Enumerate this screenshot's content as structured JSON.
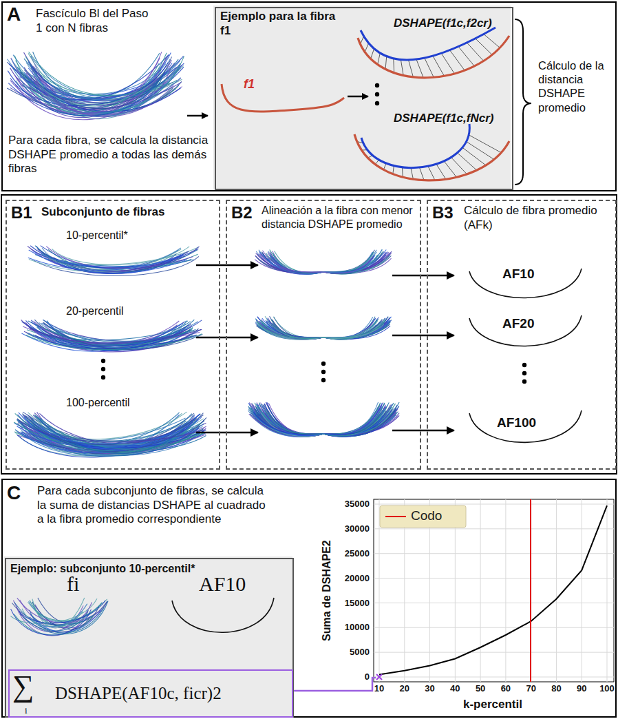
{
  "diagram": {
    "nodes": [
      {
        "text": [
          "A",
          "Fascículo Bl del Paso 1 con N fibras",
          "Para cada fibra, se calcula la distancia DSHAPE promedio a todas las demás fibras",
          "Cálculo de la distancia DSHAPE promedio"
        ]
      },
      {
        "text": [
          "Ejemplo para la fibra f1",
          "f1",
          "DSHAPE(f1c,f2cr)",
          "DSHAPE(f1c,fNcr)"
        ],
        "in": 0
      },
      {
        "text": [
          "B1",
          "Subconjunto de fibras",
          "10-percentil*",
          "20-percentil",
          "100-percentil"
        ]
      },
      {
        "text": [
          "B2",
          "Alineación a la fibra con menor distancia DSHAPE promedio"
        ]
      },
      {
        "text": [
          "B3",
          "Cálculo de fibra promedio (AFk)",
          "AF10",
          "AF20",
          "AF100"
        ]
      },
      {
        "text": [
          "C",
          "Para cada subconjunto de fibras, se calcula la suma de distancias DSHAPE al cuadrado a la fibra promedio correspondiente"
        ]
      },
      {
        "text": [
          "Ejemplo: subconjunto 10-percentil*",
          "fi",
          "AF10"
        ],
        "in": 5
      },
      {
        "text": [
          "∑",
          "i",
          "DSHAPE(AF10c, ficr)2"
        ],
        "in": 6
      }
    ],
    "edges": [
      {
        "from": 2,
        "to": 3,
        "arrow": "to"
      },
      {
        "from": 2,
        "to": 3,
        "arrow": "to"
      },
      {
        "from": 2,
        "to": 3,
        "arrow": "to"
      },
      {
        "from": 3,
        "to": 4,
        "arrow": "to"
      },
      {
        "from": 3,
        "to": 4,
        "arrow": "to"
      },
      {
        "from": 3,
        "to": 4,
        "arrow": "to"
      }
    ],
    "labels": [
      "35000",
      "30000",
      "25000",
      "20000",
      "15000",
      "10000",
      "5000",
      "0",
      "10",
      "20",
      "30",
      "40",
      "50",
      "60",
      "70",
      "80",
      "90",
      "100",
      "Suma de DSHAPE2",
      "k-percentil"
    ],
    "legend": [
      {
        "text": "Codo"
      }
    ]
  }
}
